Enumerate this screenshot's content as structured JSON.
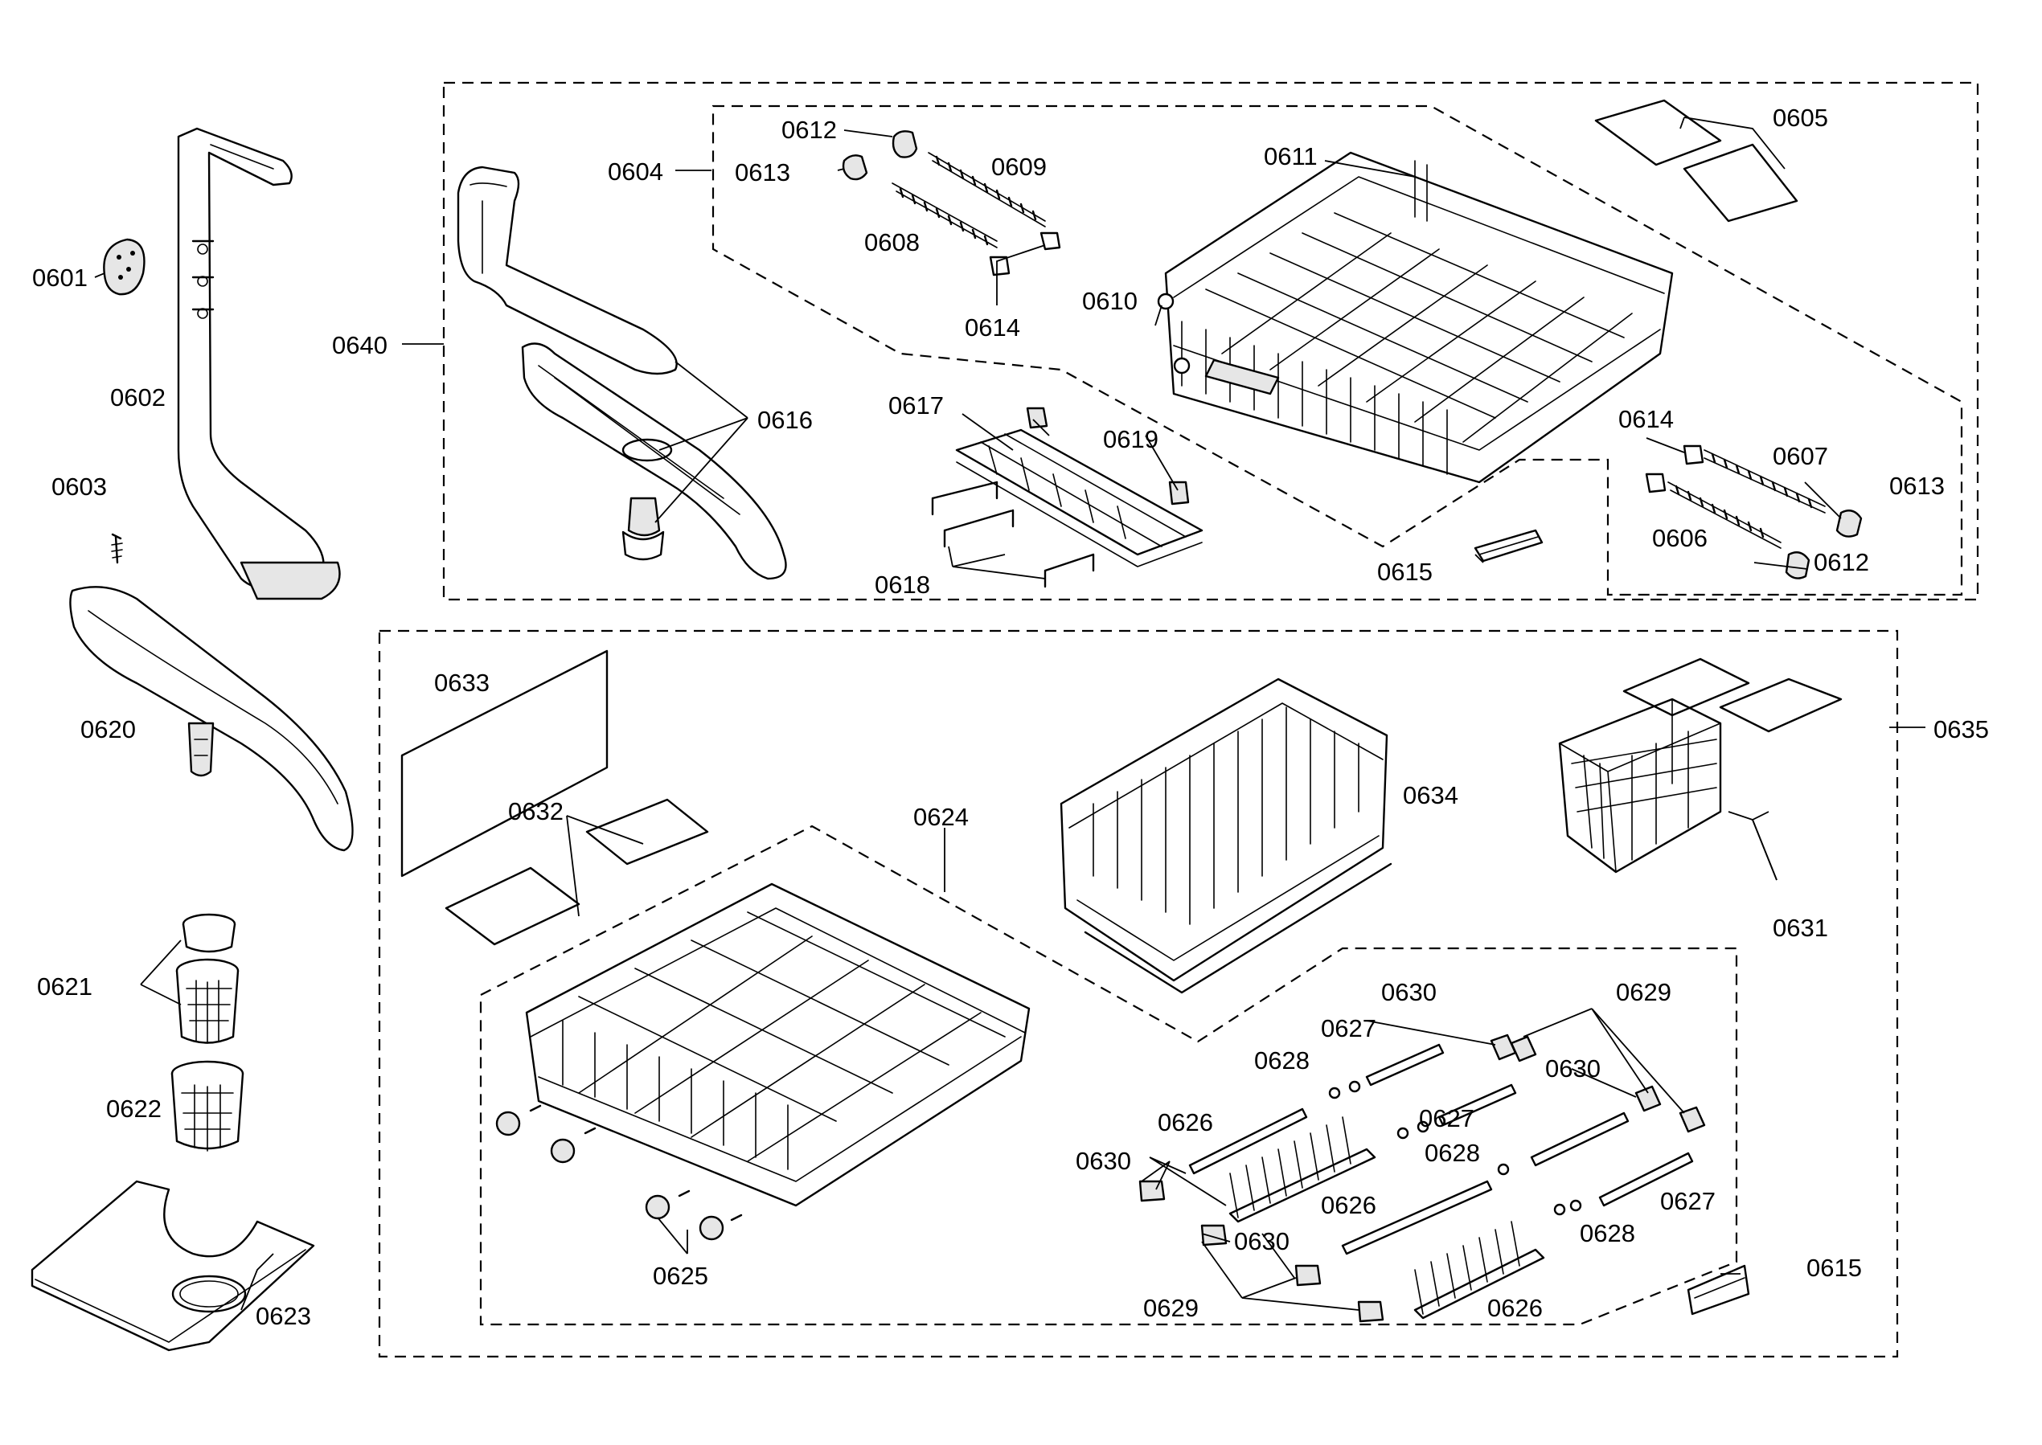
{
  "labels": {
    "p0601": "0601",
    "p0602": "0602",
    "p0603": "0603",
    "p0604": "0604",
    "p0605": "0605",
    "p0606": "0606",
    "p0607": "0607",
    "p0608": "0608",
    "p0609": "0609",
    "p0610": "0610",
    "p0611": "0611",
    "p0612a": "0612",
    "p0612b": "0612",
    "p0613a": "0613",
    "p0613b": "0613",
    "p0614a": "0614",
    "p0614b": "0614",
    "p0615a": "0615",
    "p0615b": "0615",
    "p0616": "0616",
    "p0617": "0617",
    "p0618": "0618",
    "p0619": "0619",
    "p0620": "0620",
    "p0621": "0621",
    "p0622": "0622",
    "p0623": "0623",
    "p0624": "0624",
    "p0625": "0625",
    "p0626a": "0626",
    "p0626b": "0626",
    "p0626c": "0626",
    "p0627a": "0627",
    "p0627b": "0627",
    "p0627c": "0627",
    "p0628a": "0628",
    "p0628b": "0628",
    "p0628c": "0628",
    "p0629a": "0629",
    "p0629b": "0629",
    "p0630a": "0630",
    "p0630b": "0630",
    "p0630c": "0630",
    "p0630d": "0630",
    "p0631": "0631",
    "p0632": "0632",
    "p0633": "0633",
    "p0634": "0634",
    "p0635": "0635",
    "p0640": "0640"
  }
}
